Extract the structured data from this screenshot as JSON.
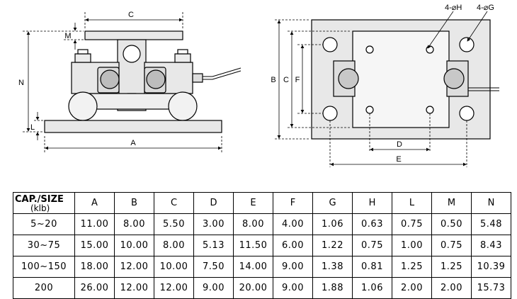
{
  "drawing": {
    "side_view_labels": {
      "c": "C",
      "m": "M",
      "n": "N",
      "l": "L",
      "a": "A"
    },
    "top_view_labels": {
      "h": "4-⌀H",
      "g": "4-⌀G",
      "b": "B",
      "c": "C",
      "f": "F",
      "d": "D",
      "e": "E"
    }
  },
  "table": {
    "cap_header": "CAP./SIZE",
    "cap_unit": "(klb)",
    "columns": [
      "A",
      "B",
      "C",
      "D",
      "E",
      "F",
      "G",
      "H",
      "L",
      "M",
      "N"
    ],
    "rows": [
      {
        "cap": "5~20",
        "values": [
          "11.00",
          "8.00",
          "5.50",
          "3.00",
          "8.00",
          "4.00",
          "1.06",
          "0.63",
          "0.75",
          "0.50",
          "5.48"
        ]
      },
      {
        "cap": "30~75",
        "values": [
          "15.00",
          "10.00",
          "8.00",
          "5.13",
          "11.50",
          "6.00",
          "1.22",
          "0.75",
          "1.00",
          "0.75",
          "8.43"
        ]
      },
      {
        "cap": "100~150",
        "values": [
          "18.00",
          "12.00",
          "10.00",
          "7.50",
          "14.00",
          "9.00",
          "1.38",
          "0.81",
          "1.25",
          "1.25",
          "10.39"
        ]
      },
      {
        "cap": "200",
        "values": [
          "26.00",
          "12.00",
          "12.00",
          "9.00",
          "20.00",
          "9.00",
          "1.88",
          "1.06",
          "2.00",
          "2.00",
          "15.73"
        ]
      }
    ]
  }
}
